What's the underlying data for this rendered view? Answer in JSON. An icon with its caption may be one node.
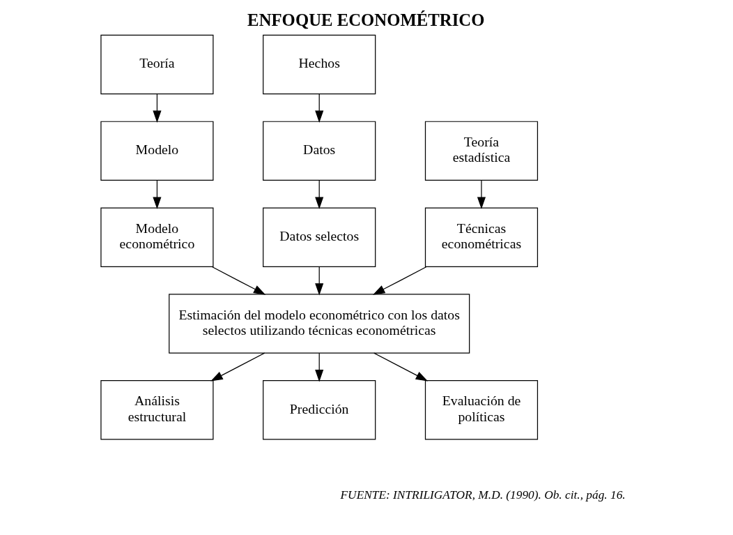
{
  "diagram": {
    "title": "ENFOQUE ECONOMÉTRICO",
    "caption": "FUENTE: INTRILIGATOR, M.D. (1990). Ob. cit., pág. 16.",
    "nodes": [
      {
        "text": [
          "Teoría"
        ]
      },
      {
        "text": [
          "Hechos"
        ]
      },
      {
        "text": [
          "Modelo"
        ]
      },
      {
        "text": [
          "Datos"
        ]
      },
      {
        "text": [
          "Teoría estadística"
        ]
      },
      {
        "text": [
          "Modelo econométrico"
        ]
      },
      {
        "text": [
          "Datos selectos"
        ]
      },
      {
        "text": [
          "Técnicas econométricas"
        ]
      },
      {
        "text": [
          "Estimación del modelo econométrico con los datos selectos utilizando técnicas econométricas"
        ]
      },
      {
        "text": [
          "Análisis estructural"
        ]
      },
      {
        "text": [
          "Predicción"
        ]
      },
      {
        "text": [
          "Evaluación de políticas"
        ]
      }
    ],
    "edges": [
      {
        "from": 0,
        "to": 2,
        "arrow": "to"
      },
      {
        "from": 2,
        "to": 5,
        "arrow": "to"
      },
      {
        "from": 1,
        "to": 3,
        "arrow": "to"
      },
      {
        "from": 3,
        "to": 6,
        "arrow": "to"
      },
      {
        "from": 4,
        "to": 7,
        "arrow": "to"
      },
      {
        "from": 5,
        "to": 8,
        "arrow": "to"
      },
      {
        "from": 6,
        "to": 8,
        "arrow": "to"
      },
      {
        "from": 7,
        "to": 8,
        "arrow": "to"
      },
      {
        "from": 8,
        "to": 9,
        "arrow": "to"
      },
      {
        "from": 8,
        "to": 10,
        "arrow": "to"
      },
      {
        "from": 8,
        "to": 11,
        "arrow": "to"
      }
    ]
  }
}
